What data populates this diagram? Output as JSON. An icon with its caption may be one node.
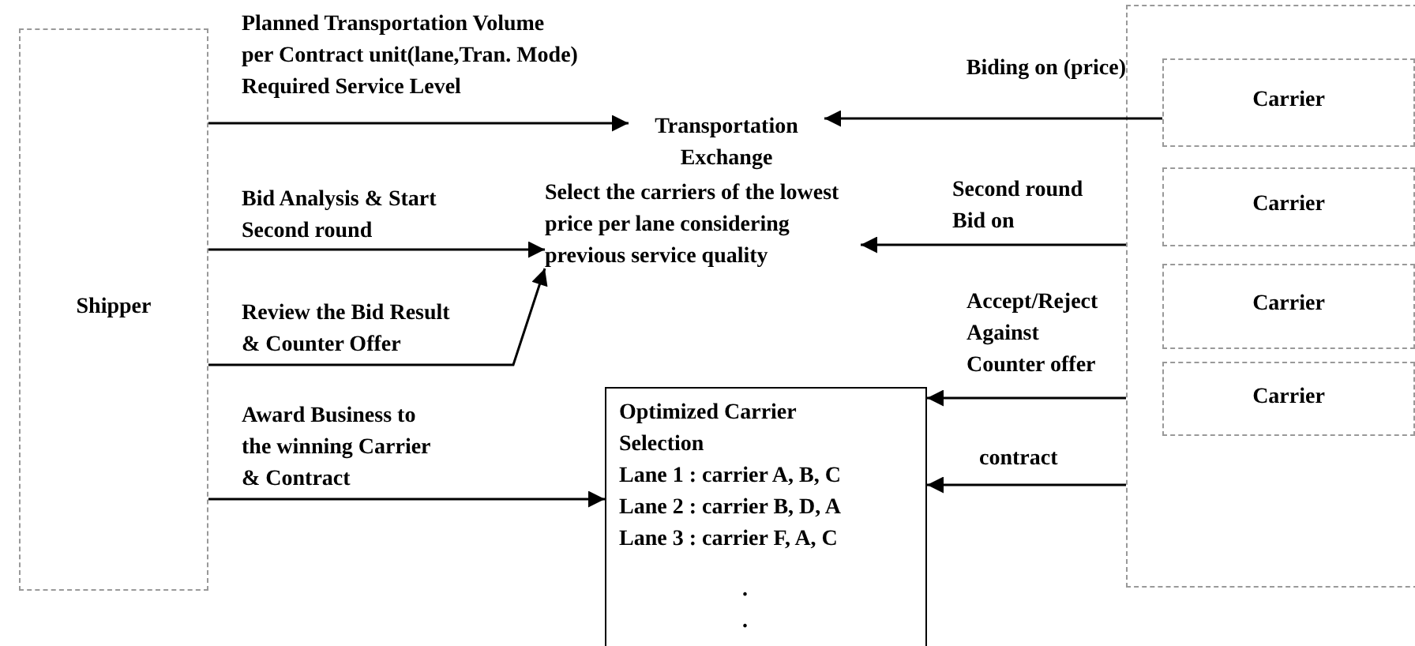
{
  "diagram": {
    "nodes": [
      {
        "text": [
          "Shipper"
        ]
      },
      {
        "text": [],
        "shape": "box"
      },
      {
        "text": [
          "Carrier"
        ],
        "in": 1
      },
      {
        "text": [
          "Carrier"
        ],
        "in": 1
      },
      {
        "text": [
          "Carrier"
        ],
        "in": 1
      },
      {
        "text": [
          "Carrier"
        ],
        "in": 1
      },
      {
        "text": [
          "Transportation Exchange"
        ]
      },
      {
        "text": [
          "Select the carriers of the lowest price per lane considering previous service quality"
        ]
      },
      {
        "text": [
          "Optimized Carrier Selection",
          "Lane 1 : carrier A, B, C",
          "Lane 2 : carrier B, D, A",
          "Lane 3 : carrier F, A, C",
          ".",
          "."
        ]
      }
    ],
    "edges": [
      {
        "from": 0,
        "to": 6,
        "arrow": "to",
        "label": "Planned Transportation Volume per Contract unit(lane,Tran. Mode) Required Service Level"
      },
      {
        "from": 2,
        "to": 6,
        "arrow": "to",
        "label": "Biding on (price)"
      },
      {
        "from": 0,
        "to": 7,
        "arrow": "to",
        "label": "Bid Analysis & Start Second round"
      },
      {
        "from": 1,
        "to": 7,
        "arrow": "to",
        "label": "Second round Bid on"
      },
      {
        "from": 0,
        "to": 7,
        "arrow": "to",
        "label": "Review the Bid Result & Counter Offer"
      },
      {
        "from": 1,
        "to": 8,
        "arrow": "to",
        "label": "Accept/Reject Against Counter offer"
      },
      {
        "from": 0,
        "to": 8,
        "arrow": "to",
        "label": "Award Business to the winning Carrier & Contract"
      },
      {
        "from": 1,
        "to": 8,
        "arrow": "to",
        "label": "contract"
      }
    ]
  }
}
